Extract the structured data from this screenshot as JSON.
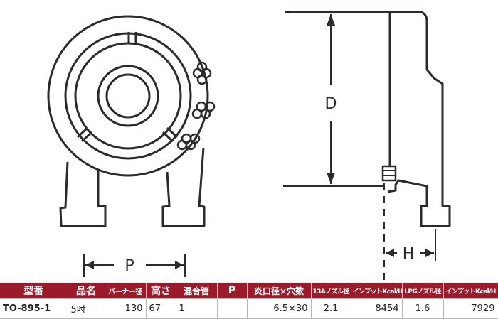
{
  "diagram": {
    "dimension_labels": {
      "diameter": "D",
      "height": "H",
      "pitch": "P"
    }
  },
  "table": {
    "headers": [
      "型番",
      "品名",
      "バーナー径",
      "高さ",
      "混合管",
      "P",
      "炎口径×穴数",
      "13Aノズル径",
      "インプットKcal/H",
      "LPGノズル径",
      "インプットKcal/H"
    ],
    "row": [
      "TO-895-1",
      "5吋",
      "130",
      "67",
      "1",
      "",
      "6.5×30",
      "2.1",
      "8454",
      "1.6",
      "7929"
    ]
  },
  "colors": {
    "header_bg": "#9b1b2b",
    "model_text": "#c0182c",
    "line": "#2b2b2b"
  }
}
